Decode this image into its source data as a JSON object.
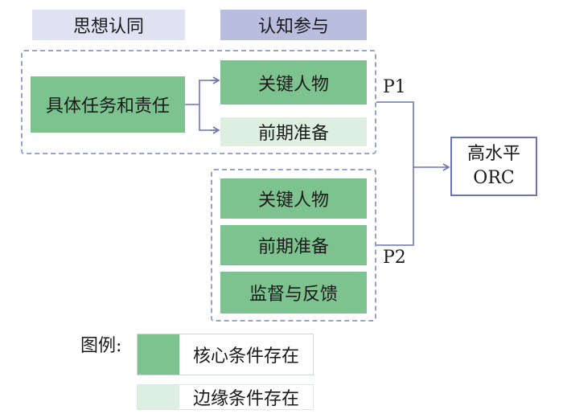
{
  "headers": {
    "left": "思想认同",
    "right": "认知参与"
  },
  "group1": {
    "source": "具体任务和责任",
    "items": [
      "关键人物",
      "前期准备"
    ]
  },
  "group2": {
    "items": [
      "关键人物",
      "前期准备",
      "监督与反馈"
    ]
  },
  "paths": {
    "p1": "P1",
    "p2": "P2"
  },
  "outcome": {
    "line1": "高水平",
    "line2": "ORC"
  },
  "legend": {
    "title": "图例:",
    "core": "核心条件存在",
    "edge": "边缘条件存在"
  },
  "colors": {
    "core": "#7dc38f",
    "edge": "#dcefe0",
    "header_left": "#dfe2f2",
    "header_right": "#b9bedf",
    "connector": "#6a75b5",
    "dashed_border": "#9aa1cf"
  }
}
